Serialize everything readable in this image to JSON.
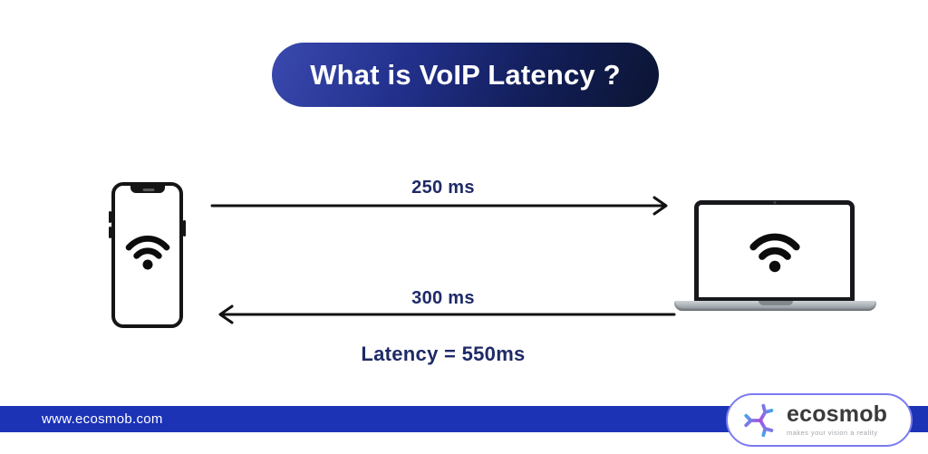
{
  "header": {
    "title": "What is VoIP Latency ?"
  },
  "diagram": {
    "left_device": "smartphone",
    "right_device": "laptop",
    "forward": {
      "label": "250 ms",
      "direction": "phone-to-laptop"
    },
    "backward": {
      "label": "300 ms",
      "direction": "laptop-to-phone"
    },
    "total": {
      "label": "Latency = 550ms"
    }
  },
  "icons": {
    "phone": "smartphone-icon",
    "laptop": "laptop-icon",
    "wifi": "wifi-icon",
    "brand_mark": "ecosmob-logo-icon"
  },
  "footer": {
    "website": "www.ecosmob.com"
  },
  "brand": {
    "name": "ecosmob",
    "tagline": "makes your vision a reality"
  },
  "colors": {
    "banner_gradient_start": "#3a49ae",
    "banner_gradient_end": "#0c1532",
    "label_text": "#1e2a66",
    "arrow": "#111111",
    "footer_bar": "#1c33b6",
    "brand_border": "#7b7bf0",
    "logo_pink": "#ff2e9a",
    "logo_cyan": "#22c8f0"
  }
}
